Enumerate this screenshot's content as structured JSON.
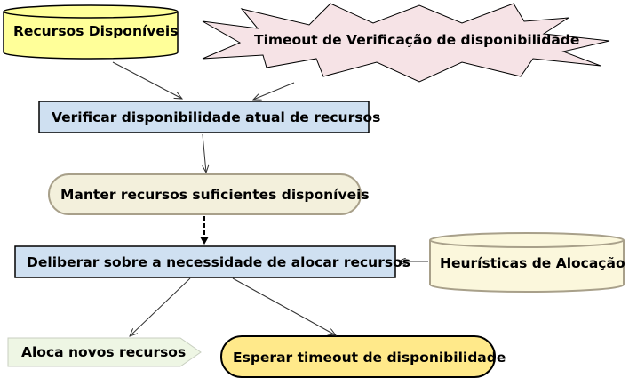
{
  "colors": {
    "datastore_yellow": "#ffff99",
    "datastore_cream": "#fbf7dc",
    "timeout_star": "#f6e3e6",
    "task_blue": "#cfe0f1",
    "goal_cream": "#f3f0dc",
    "terminal_goal": "#ffe98a",
    "plan_green": "#eef6e4"
  },
  "nodes": {
    "recursos_disponiveis": "Recursos Disponíveis",
    "timeout_verificacao": "Timeout de Verificação de disponibilidade",
    "verificar": "Verificar disponibilidade atual de recursos",
    "manter": "Manter recursos suficientes disponíveis",
    "deliberar": "Deliberar sobre a necessidade de alocar recursos",
    "heuristicas": "Heurísticas de Alocação",
    "aloca": "Aloca novos recursos",
    "esperar": "Esperar timeout de disponibilidade"
  }
}
